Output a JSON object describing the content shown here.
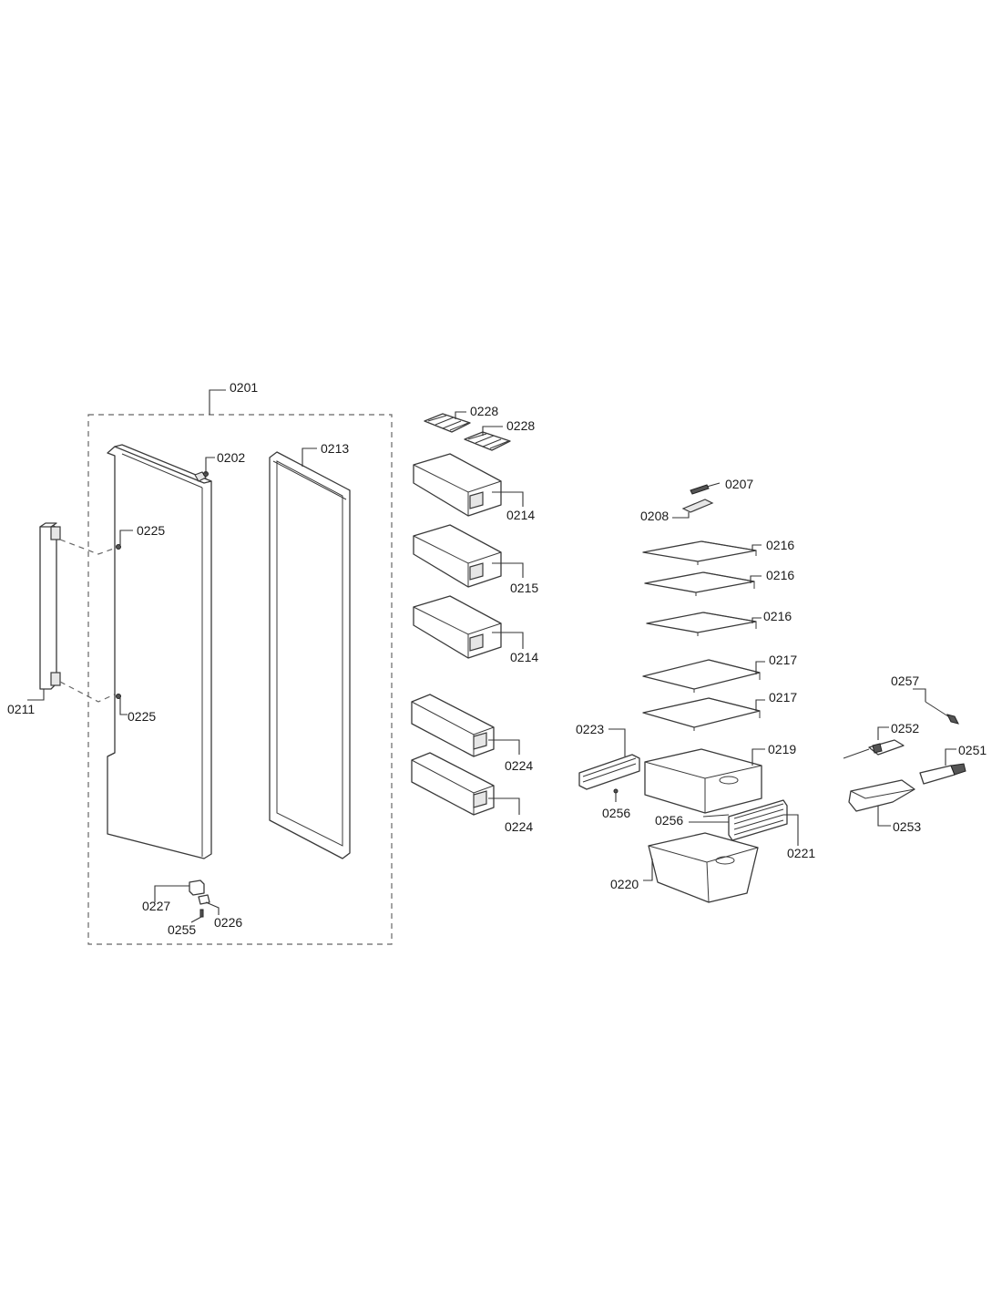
{
  "callouts": {
    "c0201": "0201",
    "c0202": "0202",
    "c0207": "0207",
    "c0208": "0208",
    "c0211": "0211",
    "c0213": "0213",
    "c0214a": "0214",
    "c0214b": "0214",
    "c0215": "0215",
    "c0216a": "0216",
    "c0216b": "0216",
    "c0216c": "0216",
    "c0217a": "0217",
    "c0217b": "0217",
    "c0219": "0219",
    "c0220": "0220",
    "c0221": "0221",
    "c0223": "0223",
    "c0224a": "0224",
    "c0224b": "0224",
    "c0225a": "0225",
    "c0225b": "0225",
    "c0226": "0226",
    "c0227": "0227",
    "c0228a": "0228",
    "c0228b": "0228",
    "c0251": "0251",
    "c0252": "0252",
    "c0253": "0253",
    "c0255": "0255",
    "c0256a": "0256",
    "c0256b": "0256",
    "c0257": "0257"
  }
}
